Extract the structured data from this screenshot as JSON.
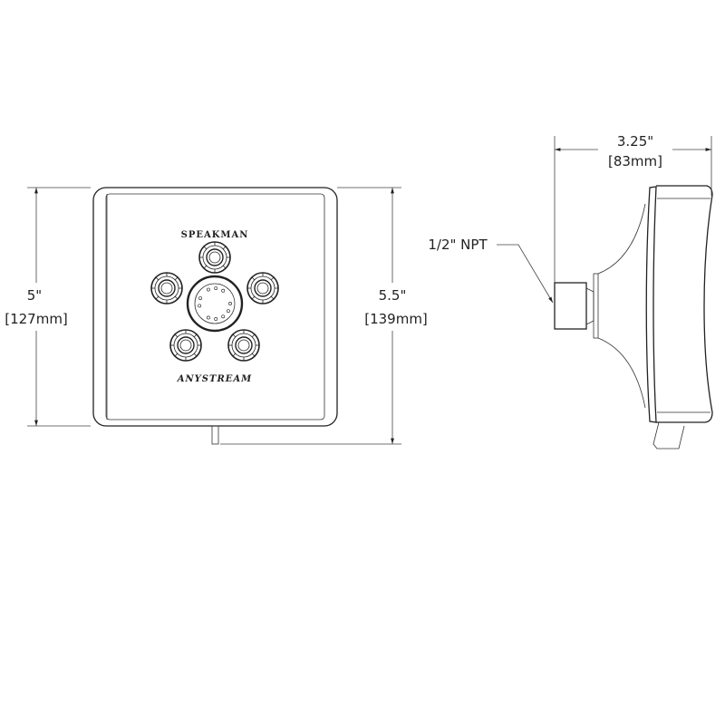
{
  "front_view": {
    "brand_top": "SPEAKMAN",
    "brand_bottom": "ANYSTREAM",
    "height_dimension": {
      "inches": "5\"",
      "mm": "[127mm]"
    },
    "overall_height_dimension": {
      "inches": "5.5\"",
      "mm": "[139mm]"
    }
  },
  "side_view": {
    "depth_dimension": {
      "inches": "3.25\"",
      "mm": "[83mm]"
    },
    "connection_label": "1/2\" NPT"
  },
  "colors": {
    "line": "#222222",
    "background": "#ffffff"
  }
}
